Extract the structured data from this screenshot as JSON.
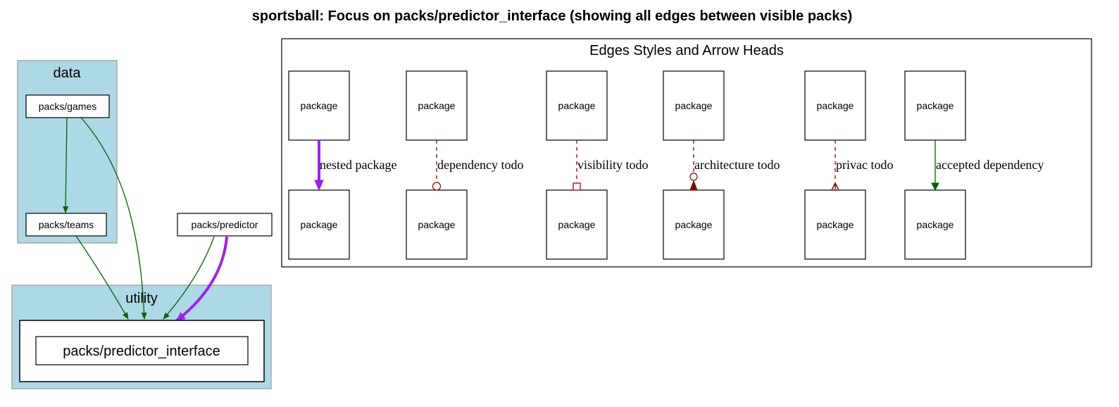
{
  "title": "sportsball: Focus on packs/predictor_interface (showing all edges between visible packs)",
  "clusters": {
    "data": {
      "label": "data",
      "fill": "#add8e6",
      "border": "#a9a9a9"
    },
    "utility": {
      "label": "utility",
      "fill": "#add8e6",
      "border": "#a9a9a9"
    }
  },
  "nodes": {
    "games": "packs/games",
    "teams": "packs/teams",
    "predictor": "packs/predictor",
    "predictor_interface": "packs/predictor_interface"
  },
  "legend": {
    "title": "Edges Styles and Arrow Heads",
    "node_label": "package",
    "edges": [
      {
        "label": "nested package",
        "color": "#a020f0",
        "style": "bold",
        "arrowhead": "normal"
      },
      {
        "label": "dependency todo",
        "color": "#8b0000",
        "style": "dashed",
        "arrowhead": "odot"
      },
      {
        "label": "visibility todo",
        "color": "#8b0000",
        "style": "dashed",
        "arrowhead": "obox"
      },
      {
        "label": "architecture todo",
        "color": "#8b0000",
        "style": "dashed",
        "arrowhead": "invodot"
      },
      {
        "label": "privac todo",
        "color": "#8b0000",
        "style": "dashed",
        "arrowhead": "crow"
      },
      {
        "label": "accepted dependency",
        "color": "#006400",
        "style": "solid",
        "arrowhead": "normal"
      }
    ]
  },
  "colors": {
    "accepted": "#006400",
    "nested": "#a020f0",
    "todo": "#8b0000"
  }
}
